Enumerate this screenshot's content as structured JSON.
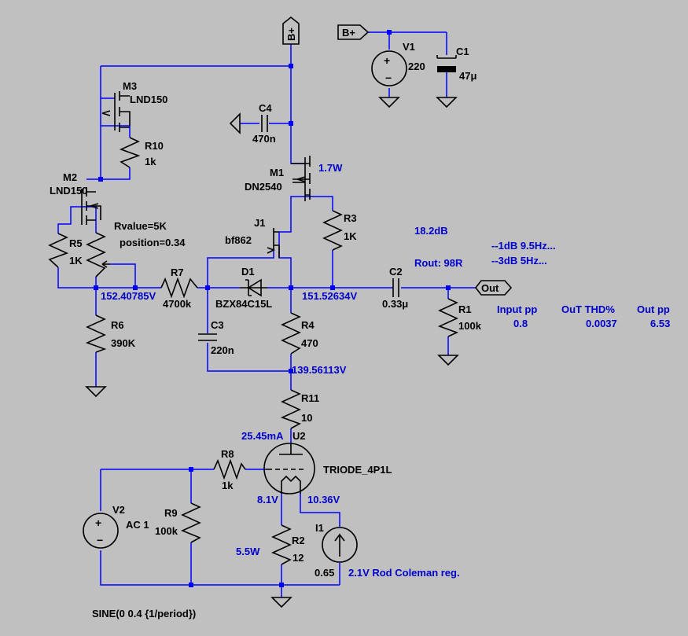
{
  "ports": {
    "bplus": "B+",
    "out": "Out"
  },
  "components": {
    "v1": {
      "name": "V1",
      "value": "220"
    },
    "c1": {
      "name": "C1",
      "value": "47μ"
    },
    "m3": {
      "name": "M3",
      "value": "LND150"
    },
    "r10": {
      "name": "R10",
      "value": "1k"
    },
    "c4": {
      "name": "C4",
      "value": "470n"
    },
    "m2": {
      "name": "M2",
      "value": "LND150"
    },
    "m1": {
      "name": "M1",
      "value": "DN2540"
    },
    "r5": {
      "name": "R5",
      "value": "1K"
    },
    "pot": {
      "param1": "Rvalue=5K",
      "param2": "position=0.34"
    },
    "j1": {
      "name": "J1",
      "value": "bf862"
    },
    "r3": {
      "name": "R3",
      "value": "1K"
    },
    "r7": {
      "name": "R7",
      "value": "4700k"
    },
    "d1": {
      "name": "D1",
      "value": "BZX84C15L"
    },
    "c2": {
      "name": "C2",
      "value": "0.33μ"
    },
    "r1": {
      "name": "R1",
      "value": "100k"
    },
    "r6": {
      "name": "R6",
      "value": "390K"
    },
    "c3": {
      "name": "C3",
      "value": "220n"
    },
    "r4": {
      "name": "R4",
      "value": "470"
    },
    "r11": {
      "name": "R11",
      "value": "10"
    },
    "u2": {
      "name": "U2",
      "value": "TRIODE_4P1L"
    },
    "r8": {
      "name": "R8",
      "value": "1k"
    },
    "v2": {
      "name": "V2",
      "value": "AC 1"
    },
    "r9": {
      "name": "R9",
      "value": "100k"
    },
    "r2": {
      "name": "R2",
      "value": "12"
    },
    "i1": {
      "name": "I1",
      "value": "0.65"
    }
  },
  "annotations": {
    "m1_power": "1.7W",
    "gain": "18.2dB",
    "bw1": "--1dB  9.5Hz...",
    "bw3": "--3dB  5Hz...",
    "rout": "Rout: 98R",
    "v_pot": "152.40785V",
    "v_out": "151.52634V",
    "v_r4": "139.56113V",
    "i_anode": "25.45mA",
    "v_grid": "8.1V",
    "v_fil": "10.36V",
    "p_r2": "5.5W",
    "reg": "2.1V Rod Coleman reg.",
    "sine": "SINE(0 0.4 {1/period})"
  },
  "measurements": {
    "input_label": "Input pp",
    "input_value": "0.8",
    "thd_label": "OuT THD%",
    "thd_value": "0.0037",
    "outpp_label": "Out pp",
    "outpp_value": "6.53"
  },
  "colors": {
    "background": "#c0c0c0",
    "wire": "#0000ff",
    "component": "#000000",
    "annotation": "#0000cc"
  }
}
